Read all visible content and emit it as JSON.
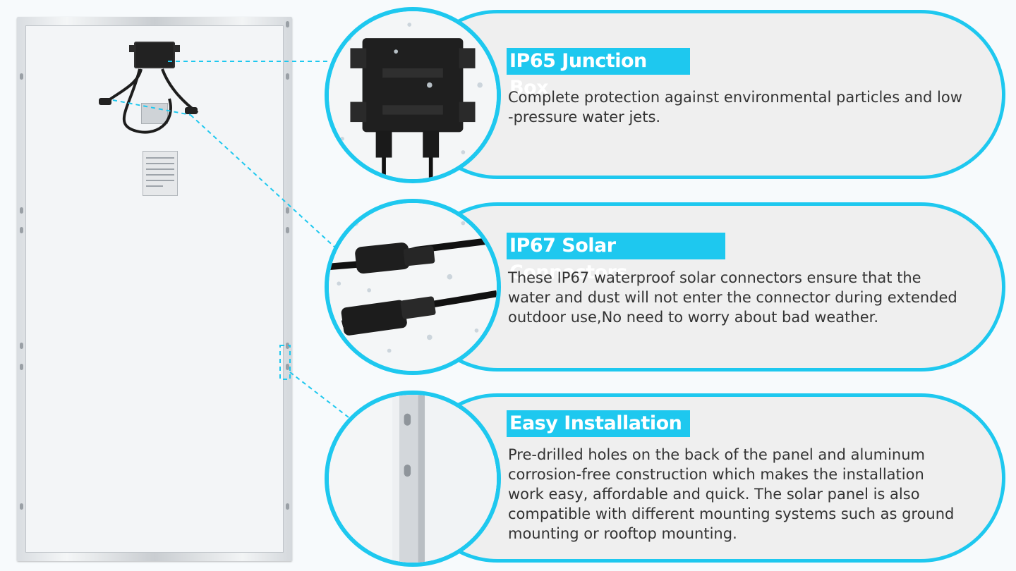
{
  "colors": {
    "accent": "#1ec8ef",
    "pill_background": "#efefef",
    "text": "#333333",
    "title_text": "#ffffff"
  },
  "features": [
    {
      "title": "IP65 Junction Box",
      "description_lines": [
        "Complete protection against environmental particles and low",
        "-pressure water jets."
      ],
      "icon": "junction-box-photo"
    },
    {
      "title": "IP67 Solar Connectors",
      "description_lines": [
        "These IP67 waterproof solar connectors ensure that the",
        "water and dust will not enter the connector during extended",
        "outdoor use,No need to worry about bad weather."
      ],
      "icon": "solar-connector-photo"
    },
    {
      "title": "Easy Installation",
      "description_lines": [
        "Pre-drilled holes on the back of the panel and aluminum",
        "corrosion-free construction which makes the installation",
        "work easy, affordable and quick. The solar panel is also",
        "compatible with different mounting systems such as ground",
        "mounting or rooftop mounting."
      ],
      "icon": "aluminum-frame-photo"
    }
  ],
  "panel": {
    "icon": "solar-panel-back-photo"
  }
}
